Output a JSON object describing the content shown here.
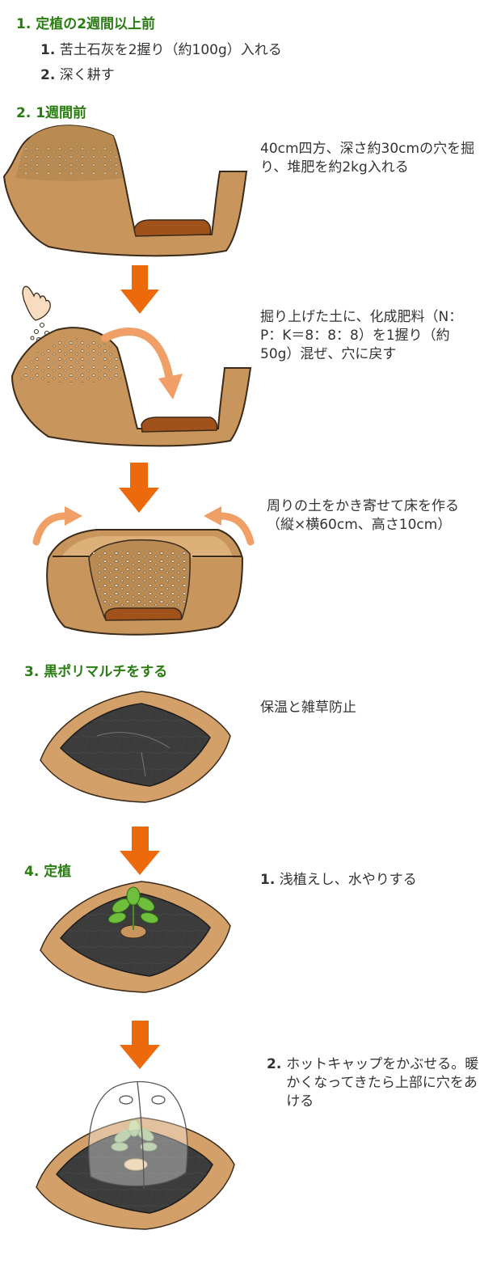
{
  "step1": {
    "heading": "1. 定植の2週間以上前",
    "items": [
      {
        "num": "1.",
        "text": "苦土石灰を2握り（約100g）入れる"
      },
      {
        "num": "2.",
        "text": "深く耕す"
      }
    ]
  },
  "step2": {
    "heading": "2. 1週間前",
    "desc_hole": "40cm四方、深さ約30cmの穴を掘り、堆肥を約2kg入れる",
    "desc_fertilizer": "掘り上げた土に、化成肥料（N：P：K＝8：8：8）を1握り（約50g）混ぜ、穴に戻す",
    "desc_bed": "周りの土をかき寄せて床を作る（縦×横60cm、高さ10cm）"
  },
  "step3": {
    "heading": "3. 黒ポリマルチをする",
    "desc": "保温と雑草防止"
  },
  "step4": {
    "heading": "4. 定植",
    "items": [
      {
        "num": "1.",
        "text": "浅植えし、水やりする"
      },
      {
        "num": "2.",
        "text": "ホットキャップをかぶせる。暖かくなってきたら上部に穴をあける"
      }
    ]
  },
  "colors": {
    "heading_green": "#2a7d12",
    "arrow_orange": "#ec6a0c",
    "soil": "#c8955c",
    "compost": "#a0521a",
    "mulch": "#3c3c3c"
  }
}
